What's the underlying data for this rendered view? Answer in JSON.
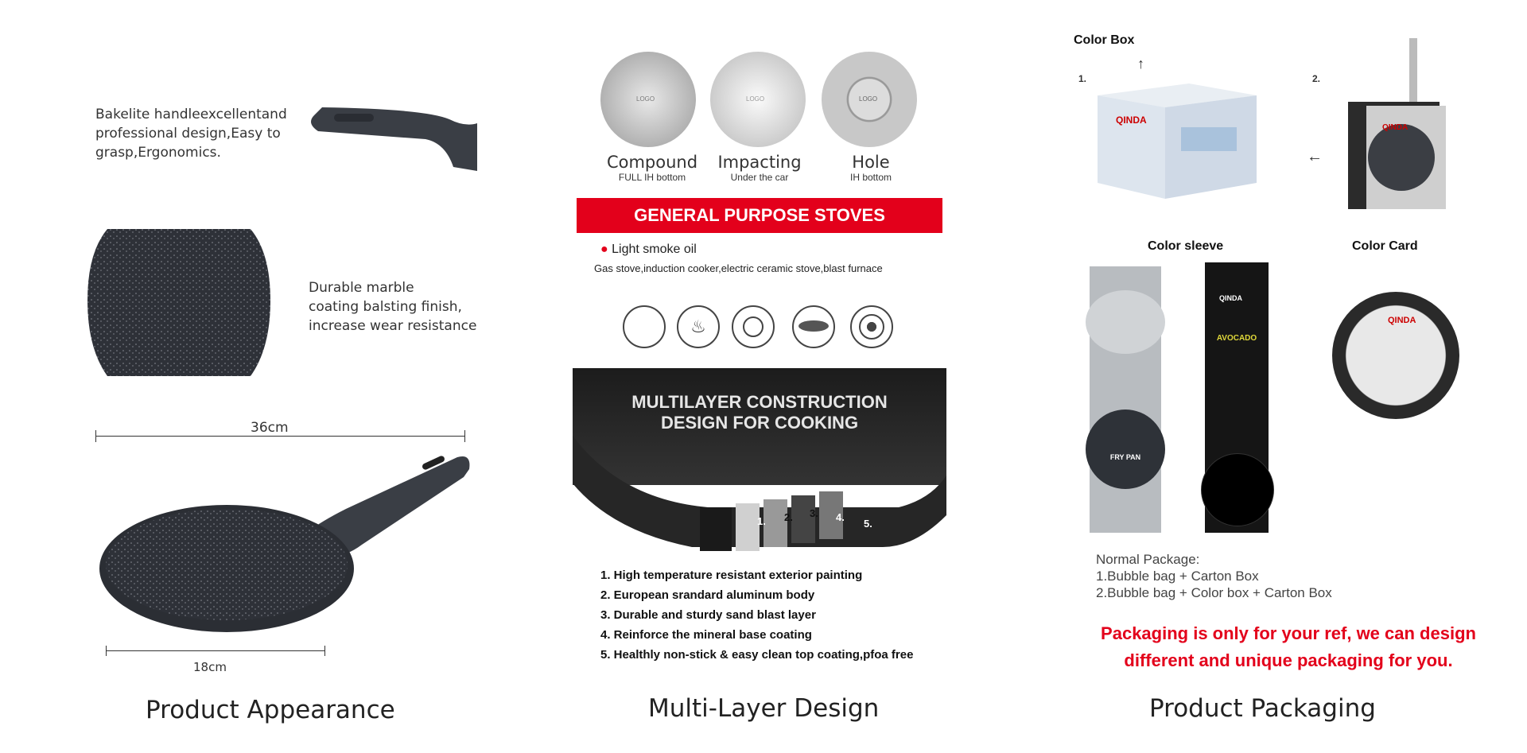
{
  "appearance": {
    "handle_text": [
      "Bakelite handleexcellentand",
      "professional design,Easy to",
      "grasp,Ergonomics."
    ],
    "coating_text": [
      "Durable marble",
      "coating balsting finish,",
      "increase wear resistance"
    ],
    "dim_top": "36cm",
    "dim_bottom": "18cm",
    "caption": "Product Appearance"
  },
  "multilayer": {
    "bottoms": [
      {
        "title": "Compound",
        "sub": "FULL IH bottom"
      },
      {
        "title": "Impacting",
        "sub": "Under the car"
      },
      {
        "title": "Hole",
        "sub": "IH bottom"
      }
    ],
    "logo_text": "LOGO",
    "banner": "GENERAL PURPOSE STOVES",
    "bullet": "Light smoke oil",
    "stoves": "Gas stove,induction cooker,electric ceramic stove,blast furnace",
    "construction_title": [
      "MULTILAYER CONSTRUCTION",
      "DESIGN FOR COOKING"
    ],
    "layer_numbers": [
      "1.",
      "2.",
      "3.",
      "4.",
      "5."
    ],
    "layers": [
      "1. High temperature resistant exterior painting",
      "2. European srandard aluminum body",
      "3. Durable and sturdy sand blast layer",
      "4. Reinforce the mineral base coating",
      "5. Healthly non-stick & easy clean top coating,pfoa free"
    ],
    "caption": "Multi-Layer Design"
  },
  "packaging": {
    "color_box": "Color Box",
    "n1": "1.",
    "n2": "2.",
    "color_sleeve": "Color sleeve",
    "color_card": "Color Card",
    "brand": "QINDA",
    "sleeve_labels": [
      "FRY PAN",
      "AVOCADO"
    ],
    "normal_title": "Normal Package:",
    "normal_items": [
      "1.Bubble bag + Carton Box",
      "2.Bubble bag + Color box + Carton Box"
    ],
    "note": [
      "Packaging is only for your ref, we can design",
      "different and unique packaging for you."
    ],
    "caption": "Product Packaging"
  },
  "colors": {
    "accent_red": "#e3001b",
    "pan": "#2e3138"
  }
}
